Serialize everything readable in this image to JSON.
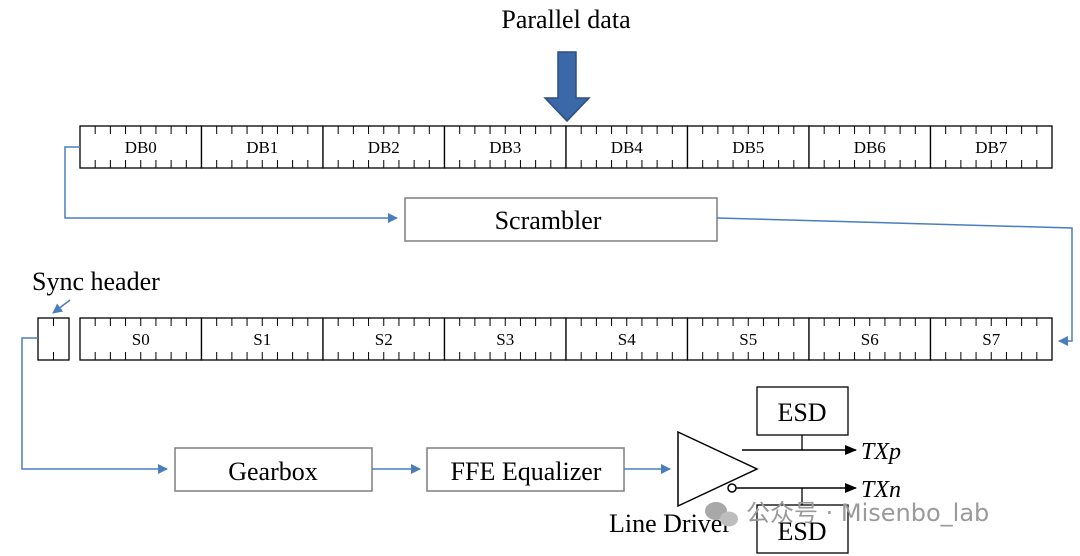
{
  "title": "Parallel data",
  "data_bytes": [
    "DB0",
    "DB1",
    "DB2",
    "DB3",
    "DB4",
    "DB5",
    "DB6",
    "DB7"
  ],
  "scrambler": "Scrambler",
  "sync_header": "Sync header",
  "scrambled_bytes": [
    "S0",
    "S1",
    "S2",
    "S3",
    "S4",
    "S5",
    "S6",
    "S7"
  ],
  "gearbox": "Gearbox",
  "ffe_equalizer": "FFE Equalizer",
  "line_driver": "Line Driver",
  "esd_top": "ESD",
  "esd_bottom": "ESD",
  "txp": "TXp",
  "txn": "TXn",
  "watermark": "公众号 · Misenbo_lab",
  "colors": {
    "flow": "#4a7ebb",
    "arrow_fill": "#3b68a8",
    "arrow_edge": "#2c4f7f",
    "box": "#7f7f7f"
  }
}
